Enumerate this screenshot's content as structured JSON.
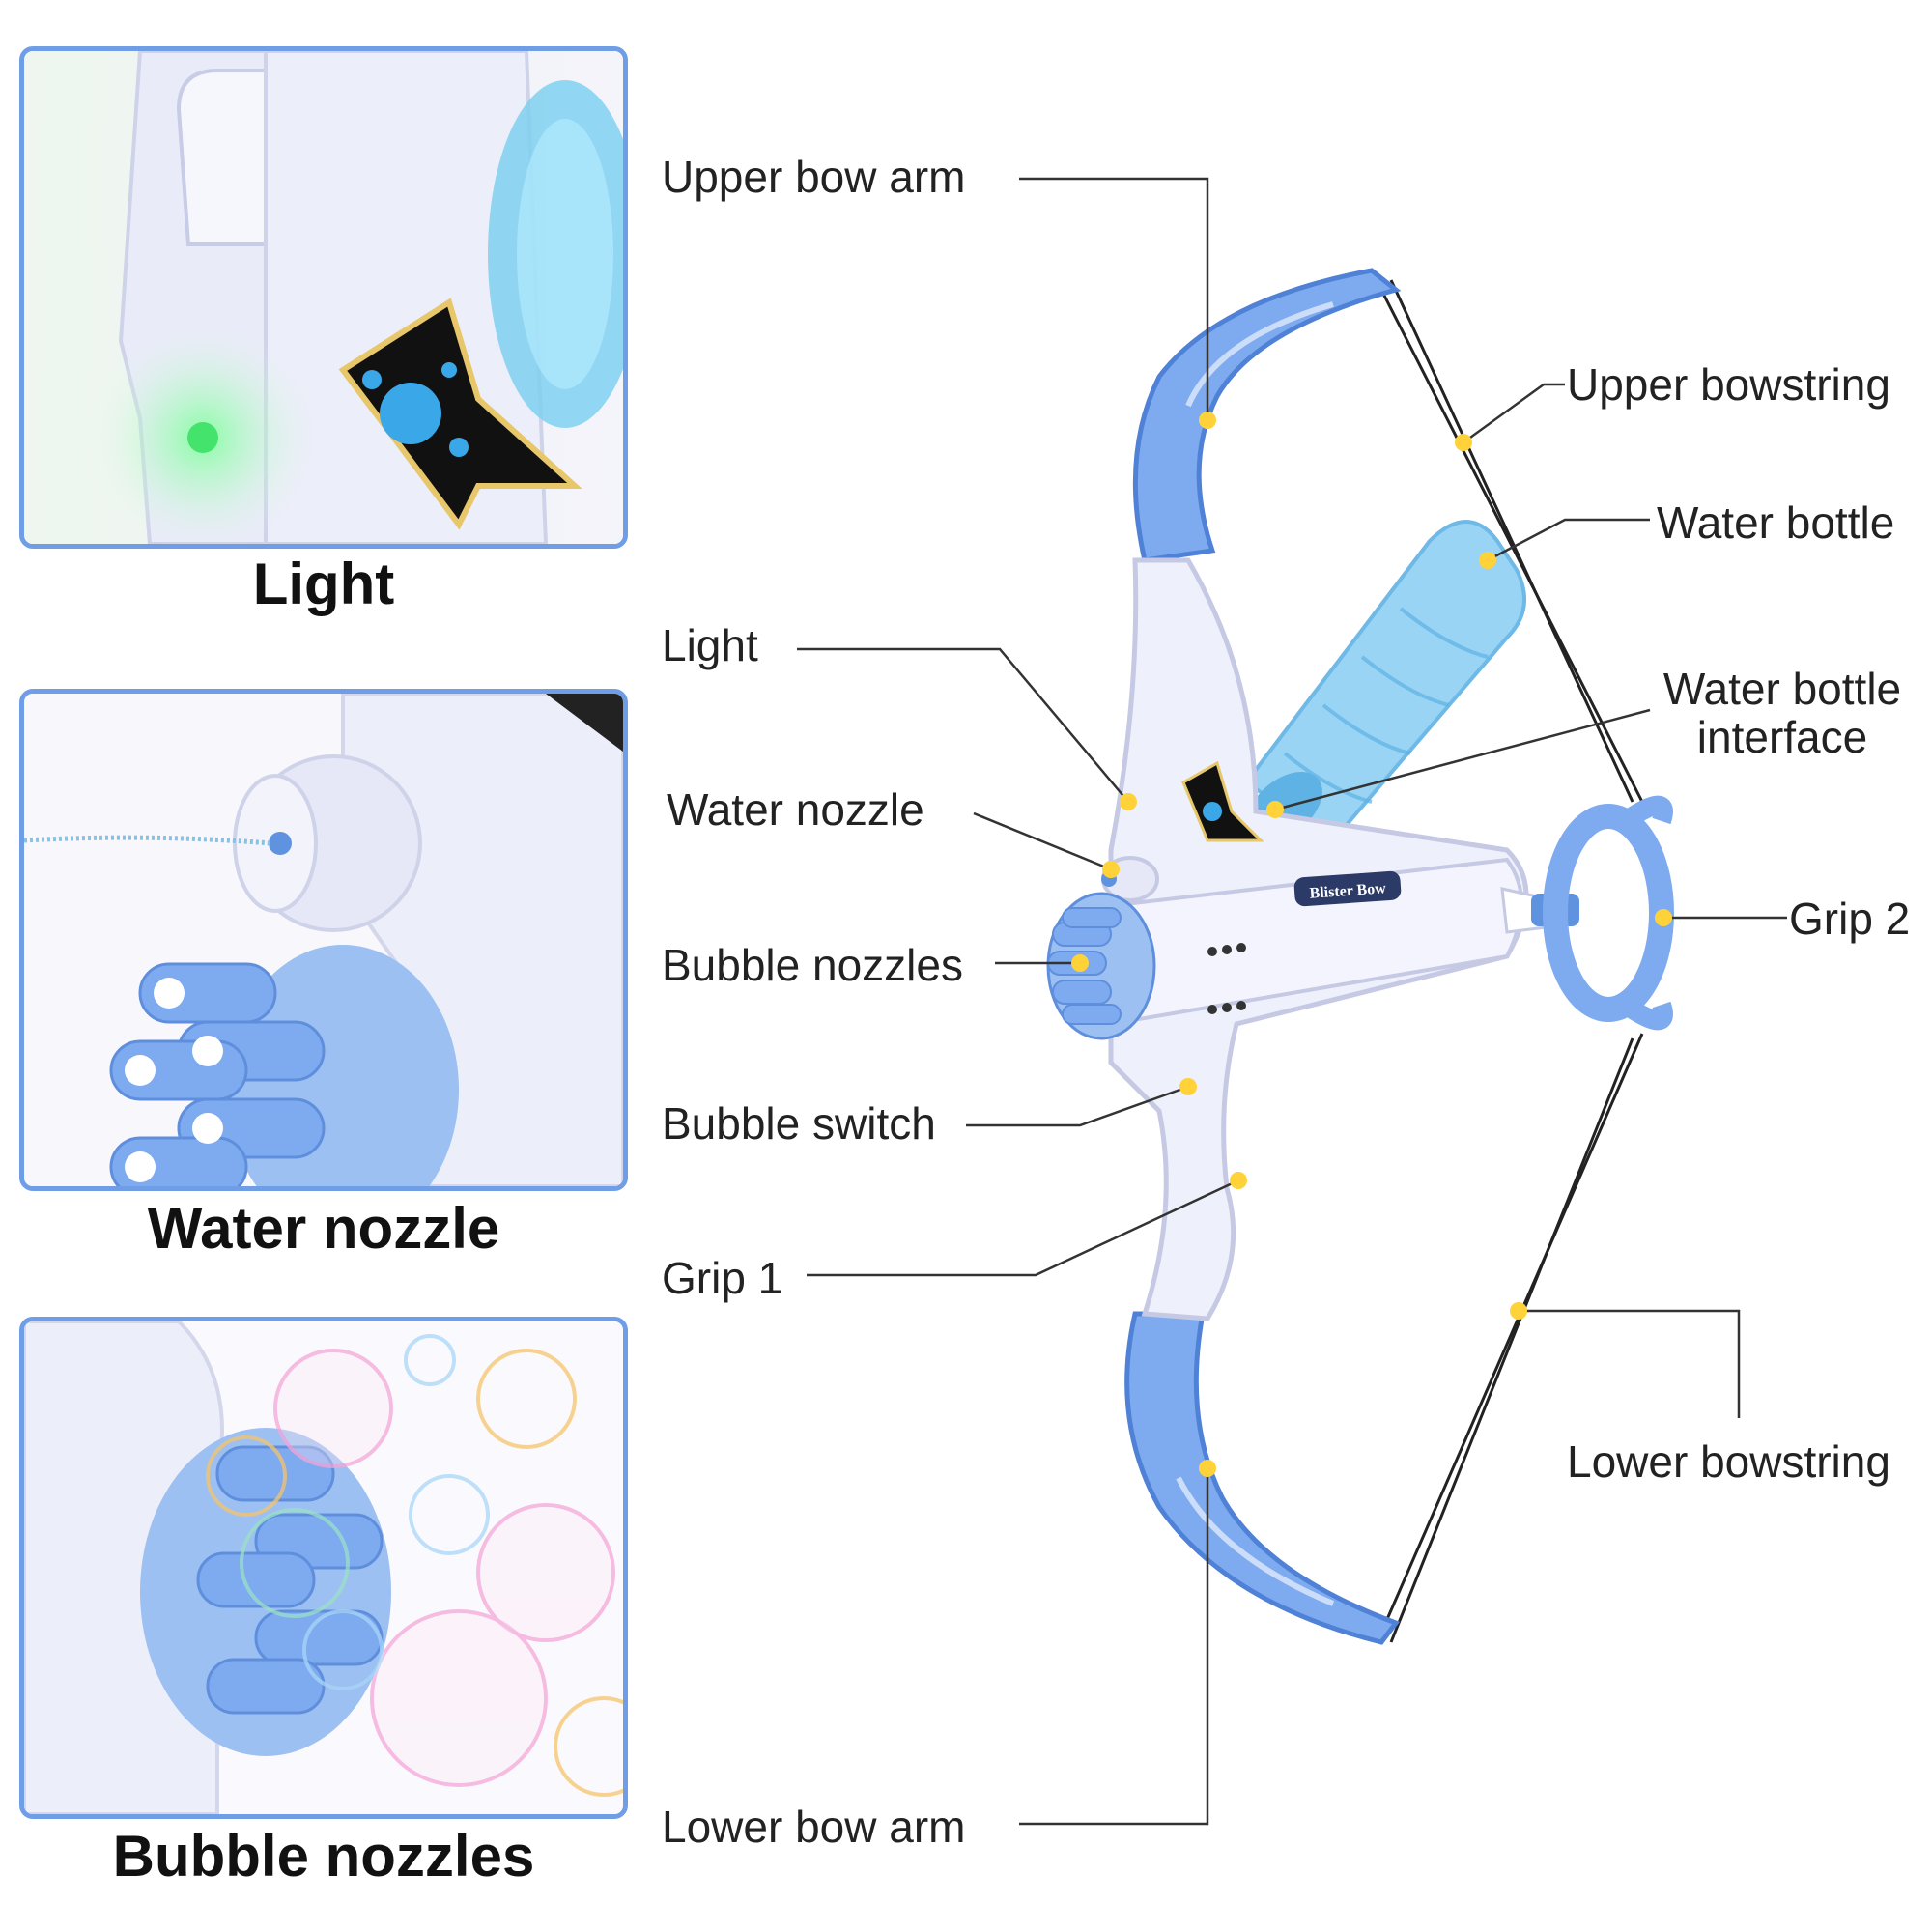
{
  "panels": [
    {
      "caption": "Light",
      "icon": "green-led-light"
    },
    {
      "caption": "Water nozzle",
      "icon": "water-nozzle"
    },
    {
      "caption": "Bubble nozzles",
      "icon": "bubble-nozzles"
    }
  ],
  "callouts": {
    "upper_bow_arm": "Upper bow arm",
    "upper_bowstring": "Upper bowstring",
    "water_bottle": "Water bottle",
    "light": "Light",
    "water_bottle_interface_1": "Water bottle",
    "water_bottle_interface_2": "interface",
    "water_nozzle": "Water nozzle",
    "grip_2": "Grip 2",
    "bubble_nozzles": "Bubble nozzles",
    "bubble_switch": "Bubble switch",
    "grip_1": "Grip 1",
    "lower_bowstring": "Lower bowstring",
    "lower_bow_arm": "Lower bow arm"
  },
  "toy_label": "Blister Bow",
  "colors": {
    "panel_border": "#6f9ee6",
    "bow_blue": "#7eaaf0",
    "bow_white": "#eef0fb",
    "dot": "#ffd23a",
    "bottle": "#8fd0f5"
  }
}
